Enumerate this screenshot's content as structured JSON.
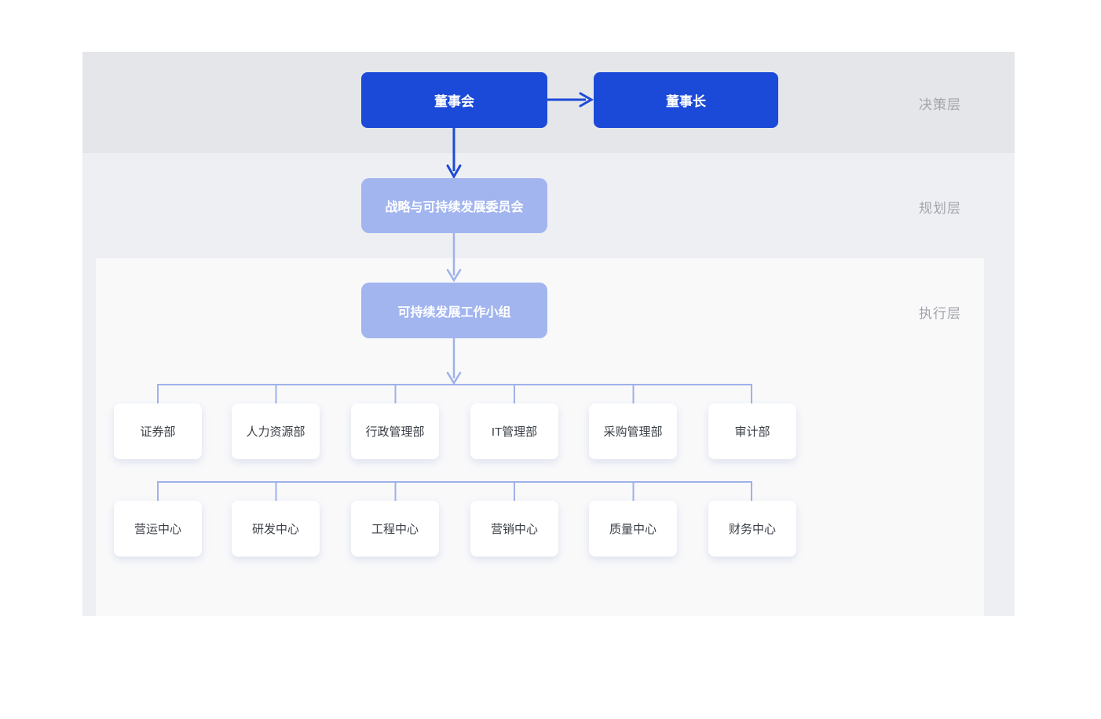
{
  "layers": {
    "decision": "决策层",
    "planning": "规划层",
    "execution": "执行层"
  },
  "nodes": {
    "board": "董事会",
    "chairman": "董事长",
    "committee": "战略与可持续发展委员会",
    "workgroup": "可持续发展工作小组"
  },
  "departments": {
    "row1": [
      "证券部",
      "人力资源部",
      "行政管理部",
      "IT管理部",
      "采购管理部",
      "审计部"
    ],
    "row2": [
      "营运中心",
      "研发中心",
      "工程中心",
      "营销中心",
      "质量中心",
      "财务中心"
    ]
  },
  "colors": {
    "primary_blue": "#1c4ad8",
    "light_blue_node": "#a2b5ef",
    "connector_light": "#9fb1ea",
    "band_decision": "#e4e6e9",
    "band_planning": "#edeff3",
    "band_execution": "#f9f9fa",
    "layer_label_gray": "#a2a5ab"
  }
}
